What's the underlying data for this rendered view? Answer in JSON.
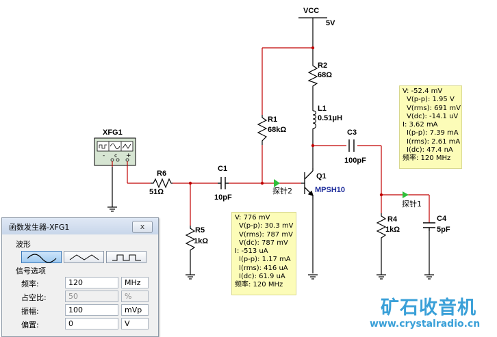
{
  "schematic": {
    "vcc_label": "VCC",
    "vcc_value": "5V",
    "xfg_label": "XFG1",
    "components": {
      "r1": {
        "name": "R1",
        "value": "68kΩ"
      },
      "r2": {
        "name": "R2",
        "value": "68Ω"
      },
      "r4": {
        "name": "R4",
        "value": "1kΩ"
      },
      "r5": {
        "name": "R5",
        "value": "1kΩ"
      },
      "r6": {
        "name": "R6",
        "value": "51Ω"
      },
      "l1": {
        "name": "L1",
        "value": "0.51μH"
      },
      "c1": {
        "name": "C1",
        "value": "10pF"
      },
      "c3": {
        "name": "C3",
        "value": "100pF"
      },
      "c4": {
        "name": "C4",
        "value": "5pF"
      },
      "q1": {
        "name": "Q1",
        "value": "MPSH10"
      }
    },
    "probe1_label": "探针1",
    "probe2_label": "探针2",
    "xfg_terminals": {
      "minus": "-",
      "common": "c",
      "plus": "+"
    },
    "wire_color": "#c00000",
    "accent_blue": "#1b2a9a"
  },
  "probe1": {
    "lines": [
      "V: -52.4 mV",
      "V(p-p): 1.95 V",
      "V(rms): 691 mV",
      "V(dc): -14.1 uV",
      "I: 3.62 mA",
      "I(p-p): 7.39 mA",
      "I(rms): 2.61 mA",
      "I(dc): 47.4 nA",
      "频率: 120 MHz"
    ]
  },
  "probe2": {
    "lines": [
      "V: 776 mV",
      "V(p-p): 30.3 mV",
      "V(rms): 787 mV",
      "V(dc): 787 mV",
      "I: -513 uA",
      "I(p-p): 1.17 mA",
      "I(rms): 416 uA",
      "I(dc): 61.9 uA",
      "频率: 120 MHz"
    ]
  },
  "function_generator": {
    "title": "函数发生器-XFG1",
    "close_label": "x",
    "waveform_group": "波形",
    "signal_group": "信号选项",
    "selected_waveform": "sine",
    "rows": [
      {
        "name": "频率:",
        "value": "120",
        "unit": "MHz",
        "disabled": false
      },
      {
        "name": "占空比:",
        "value": "50",
        "unit": "%",
        "disabled": true
      },
      {
        "name": "振幅:",
        "value": "100",
        "unit": "mVp",
        "disabled": false
      },
      {
        "name": "偏置:",
        "value": "0",
        "unit": "V",
        "disabled": false
      }
    ]
  },
  "watermark": {
    "brand": "矿石收音机",
    "url": "www.crystalradio.cn"
  }
}
